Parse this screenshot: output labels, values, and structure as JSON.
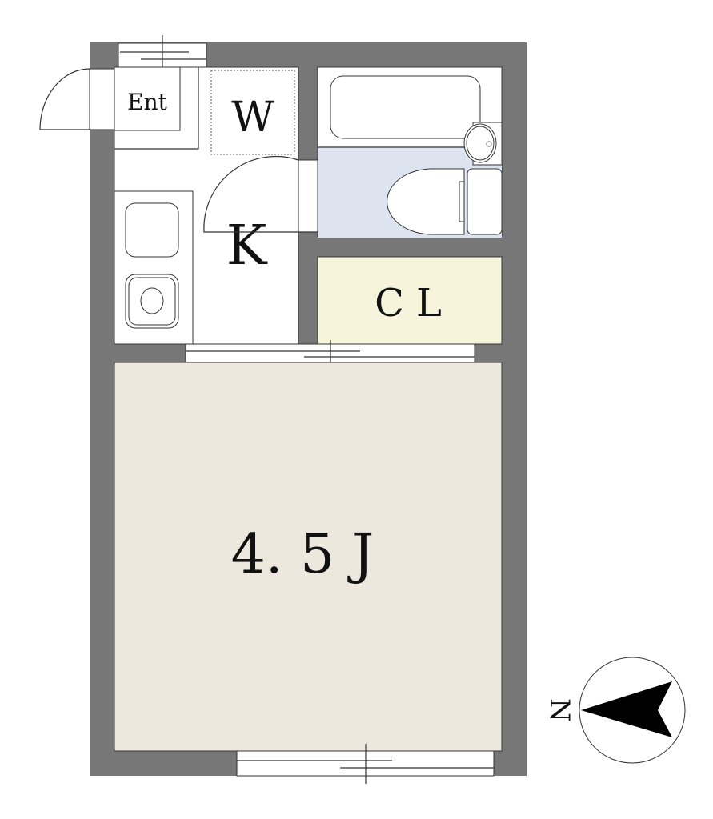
{
  "floorplan": {
    "rooms": {
      "entrance": "Ent",
      "washer": "W",
      "kitchen": "K",
      "closet": "C L",
      "main_room": "4. 5 J"
    },
    "compass": {
      "label": "N"
    },
    "colors": {
      "wall": "#777777",
      "bath_toilet": "#dde4f0",
      "closet": "#f6f5dc",
      "main_room": "#ece8de"
    }
  }
}
